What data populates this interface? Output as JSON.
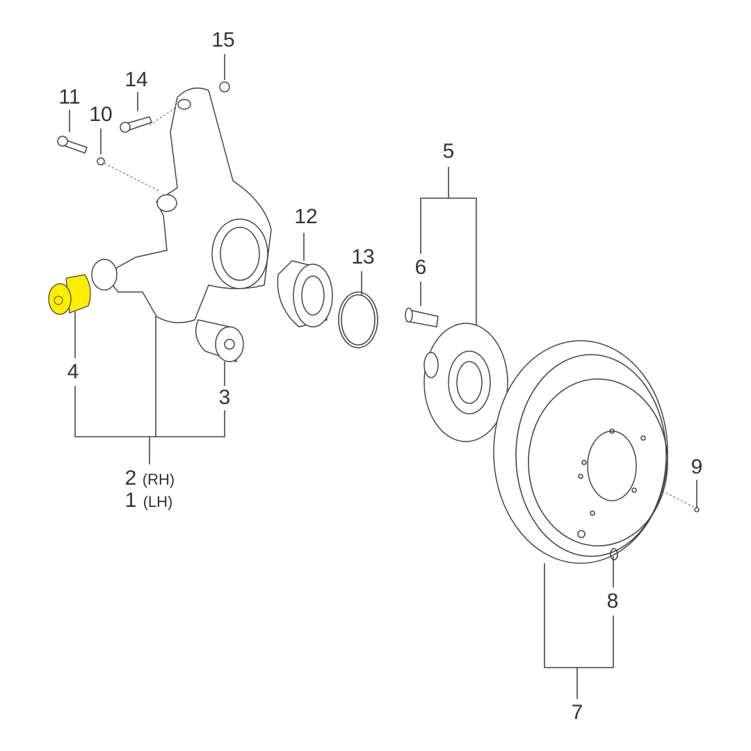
{
  "diagram": {
    "callouts": {
      "p1": "1",
      "p1_side": "(LH)",
      "p2": "2",
      "p2_side": "(RH)",
      "p3": "3",
      "p4": "4",
      "p5": "5",
      "p6": "6",
      "p7": "7",
      "p8": "8",
      "p9": "9",
      "p10": "10",
      "p11": "11",
      "p12": "12",
      "p13": "13",
      "p14": "14",
      "p15": "15"
    },
    "highlighted_part": "4",
    "highlight_color": "#ffee00"
  }
}
